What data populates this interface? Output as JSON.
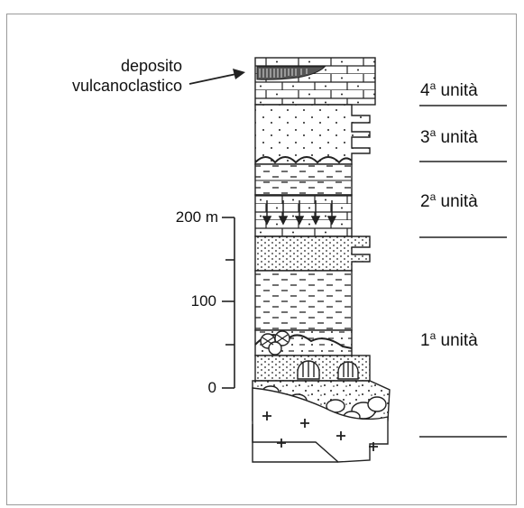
{
  "callout": {
    "line1": "deposito",
    "line2": "vulcanoclastico"
  },
  "units": [
    {
      "num": "4",
      "sup": "a",
      "word": "unità"
    },
    {
      "num": "3",
      "sup": "a",
      "word": "unità"
    },
    {
      "num": "2",
      "sup": "a",
      "word": "unità"
    },
    {
      "num": "1",
      "sup": "a",
      "word": "unità"
    }
  ],
  "scale": {
    "ticks": [
      "200 m",
      "100",
      "0"
    ]
  }
}
